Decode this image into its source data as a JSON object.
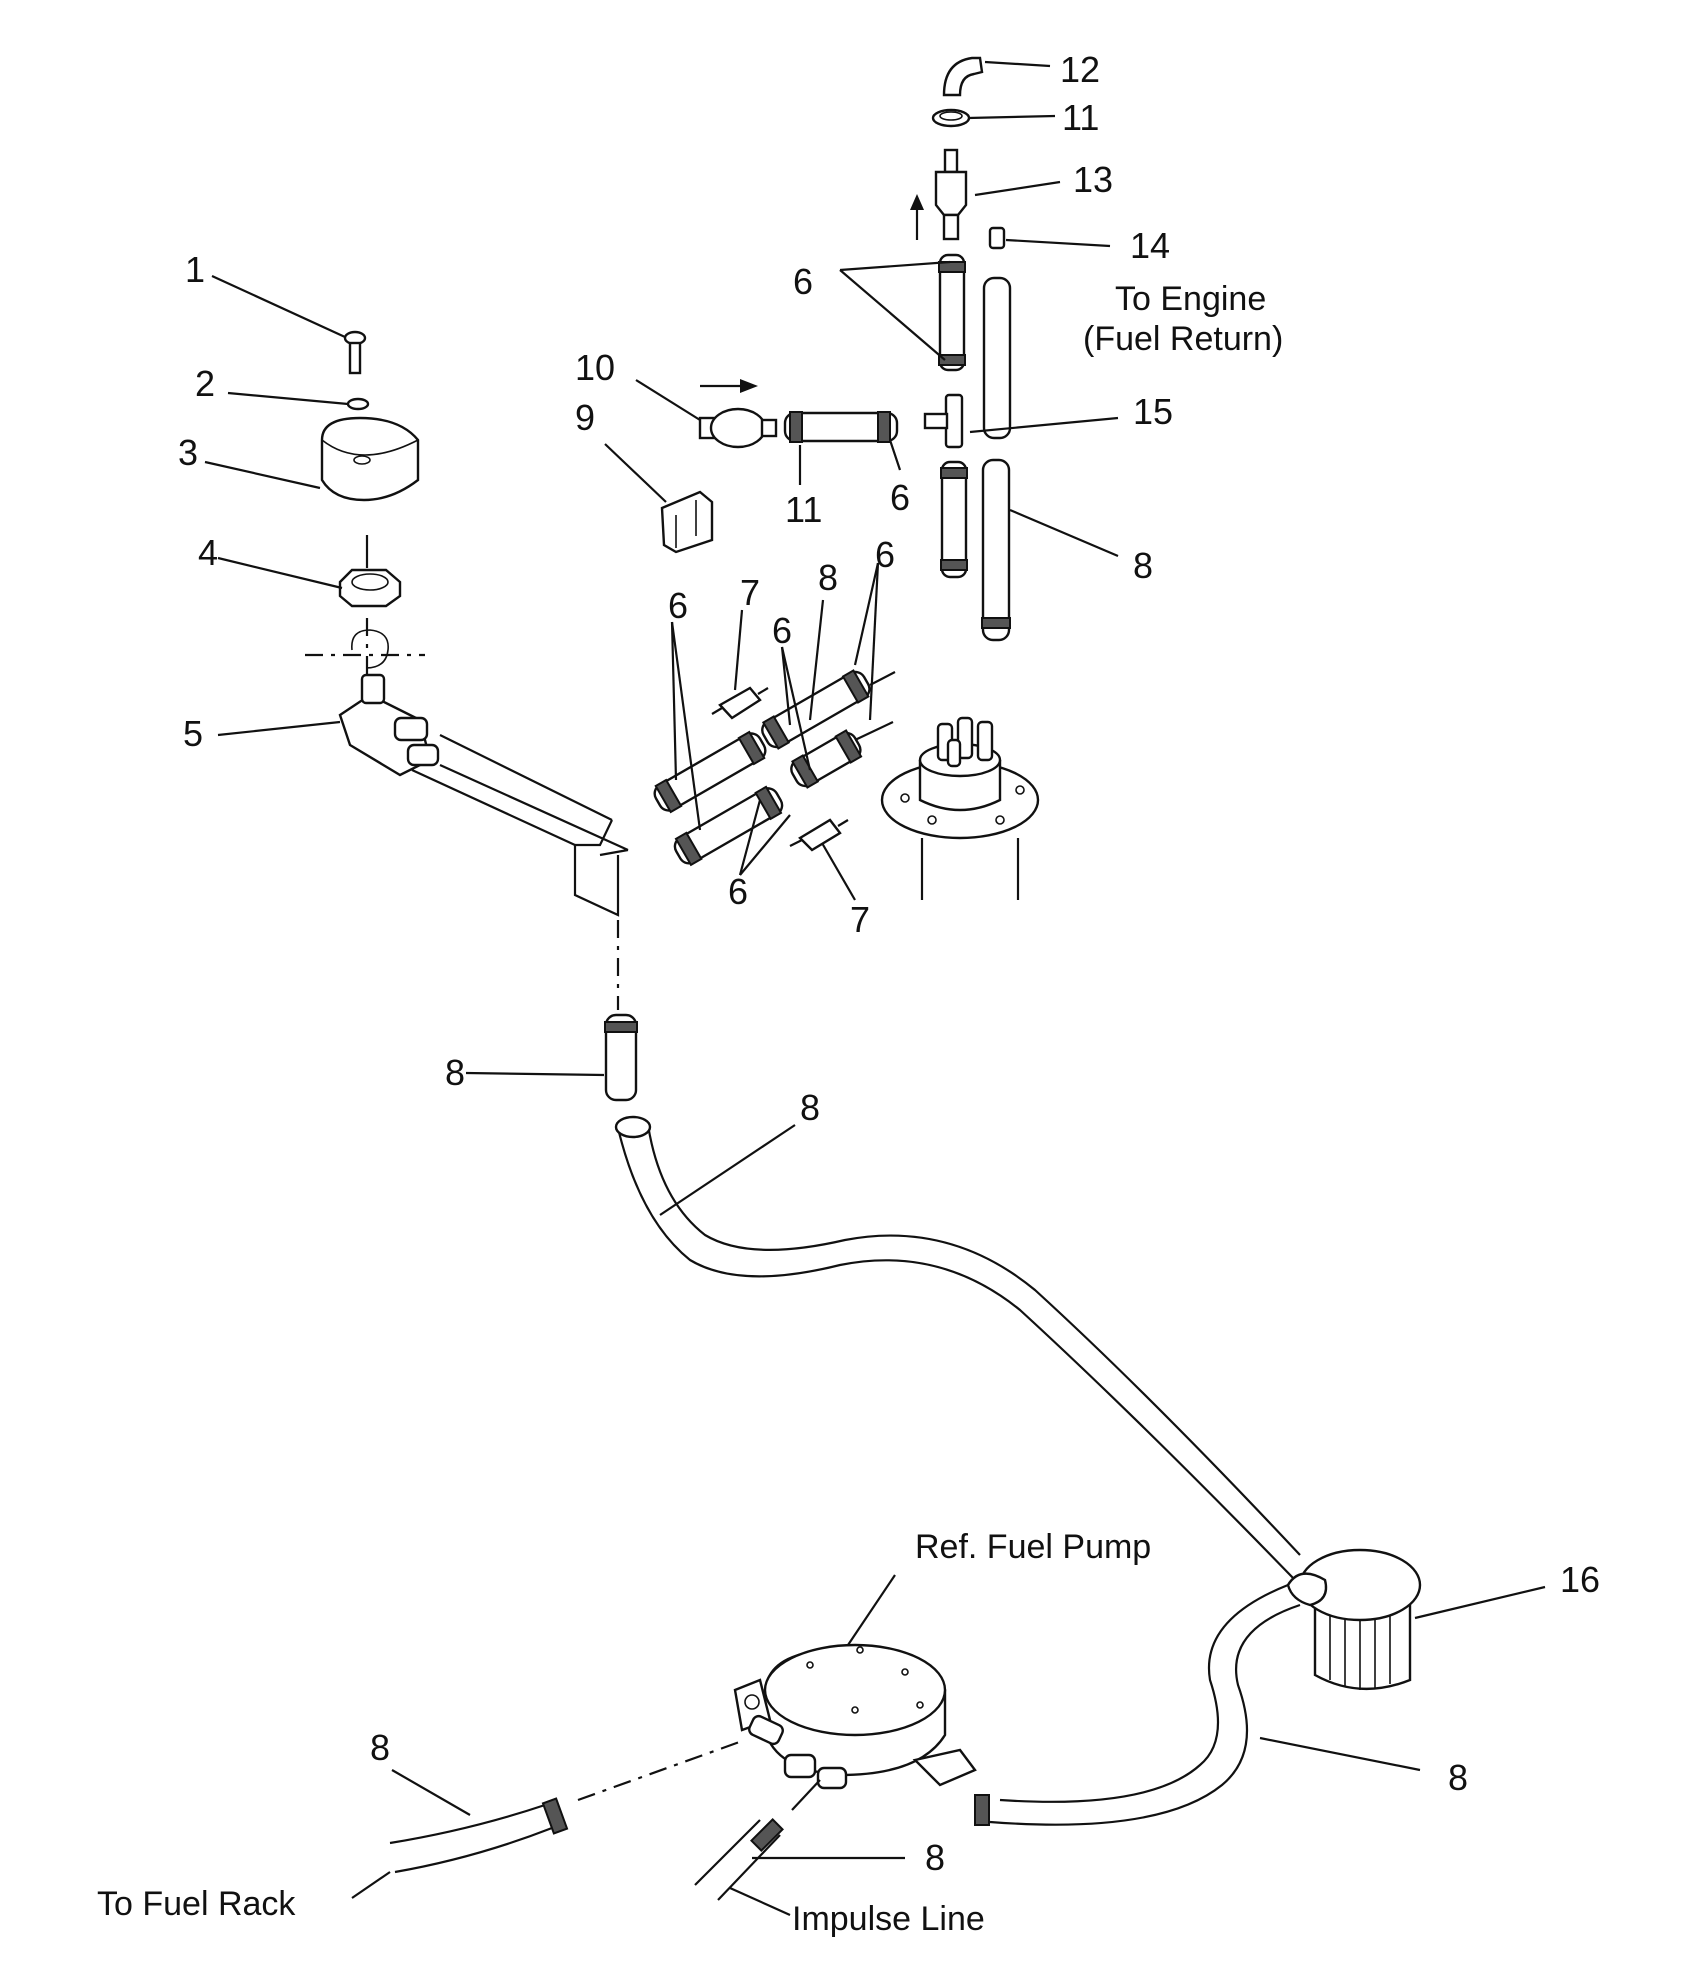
{
  "callouts": {
    "c1": "1",
    "c2": "2",
    "c3": "3",
    "c4": "4",
    "c5": "5",
    "c6a": "6",
    "c6b": "6",
    "c6c": "6",
    "c6d": "6",
    "c6e": "6",
    "c6f": "6",
    "c7a": "7",
    "c7b": "7",
    "c8a": "8",
    "c8b": "8",
    "c8c": "8",
    "c8d": "8",
    "c8e": "8",
    "c8f": "8",
    "c8g": "8",
    "c9": "9",
    "c10": "10",
    "c11a": "11",
    "c11b": "11",
    "c12": "12",
    "c13": "13",
    "c14": "14",
    "c15": "15",
    "c16": "16"
  },
  "notes": {
    "to_engine": "To Engine",
    "fuel_return": "(Fuel Return)",
    "ref_fuel_pump": "Ref. Fuel Pump",
    "to_fuel_rack": "To Fuel Rack",
    "impulse_line": "Impulse Line"
  }
}
